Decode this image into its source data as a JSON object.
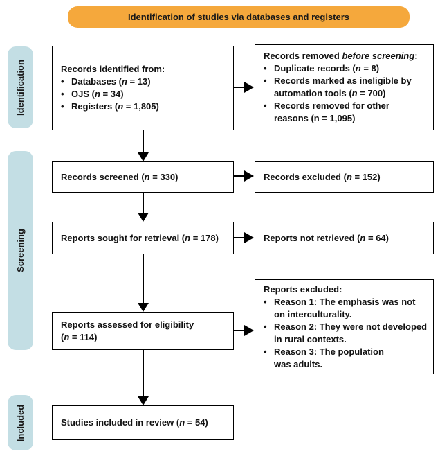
{
  "colors": {
    "banner_bg": "#F5A83C",
    "stage_bg": "#C3DEE4",
    "box_border": "#000000",
    "text": "#111111"
  },
  "banner": {
    "label": "Identification of studies via databases and registers"
  },
  "stages": [
    {
      "id": "identification",
      "label": "Identification"
    },
    {
      "id": "screening",
      "label": "Screening"
    },
    {
      "id": "included",
      "label": "Included"
    }
  ],
  "boxes": {
    "records_identified": {
      "lines": [
        {
          "segments": [
            {
              "t": "Records identified from:"
            }
          ]
        },
        {
          "bullet": true,
          "segments": [
            {
              "t": "Databases ("
            },
            {
              "t": "n",
              "i": true
            },
            {
              "t": " = 13)"
            }
          ]
        },
        {
          "bullet": true,
          "segments": [
            {
              "t": "OJS ("
            },
            {
              "t": "n",
              "i": true
            },
            {
              "t": " = 34)"
            }
          ]
        },
        {
          "bullet": true,
          "segments": [
            {
              "t": "Registers ("
            },
            {
              "t": "n",
              "i": true
            },
            {
              "t": " = 1,805)"
            }
          ]
        }
      ]
    },
    "records_removed": {
      "lines": [
        {
          "segments": [
            {
              "t": "Records removed "
            },
            {
              "t": "before screening",
              "i": true
            },
            {
              "t": ":"
            }
          ]
        },
        {
          "bullet": true,
          "segments": [
            {
              "t": "Duplicate records ("
            },
            {
              "t": "n",
              "i": true
            },
            {
              "t": " = 8)"
            }
          ]
        },
        {
          "bullet": true,
          "segments": [
            {
              "t": "Records marked as ineligible by"
            },
            {
              "br": true
            },
            {
              "t": "automation tools ("
            },
            {
              "t": "n",
              "i": true
            },
            {
              "t": " = 700)"
            }
          ]
        },
        {
          "bullet": true,
          "segments": [
            {
              "t": "Records removed for other"
            },
            {
              "br": true
            },
            {
              "t": "reasons (n = 1,095)"
            }
          ]
        }
      ]
    },
    "records_screened": {
      "lines": [
        {
          "segments": [
            {
              "t": "Records screened ("
            },
            {
              "t": "n",
              "i": true
            },
            {
              "t": " = 330)"
            }
          ]
        }
      ]
    },
    "records_excluded": {
      "lines": [
        {
          "segments": [
            {
              "t": "Records excluded ("
            },
            {
              "t": "n",
              "i": true
            },
            {
              "t": " = 152)"
            }
          ]
        }
      ]
    },
    "reports_sought": {
      "lines": [
        {
          "segments": [
            {
              "t": "Reports sought for retrieval ("
            },
            {
              "t": "n",
              "i": true
            },
            {
              "t": " = 178)"
            }
          ]
        }
      ]
    },
    "reports_not_retrieved": {
      "lines": [
        {
          "segments": [
            {
              "t": "Reports not retrieved ("
            },
            {
              "t": "n",
              "i": true
            },
            {
              "t": " = 64)"
            }
          ]
        }
      ]
    },
    "reports_assessed": {
      "lines": [
        {
          "segments": [
            {
              "t": "Reports assessed for eligibility"
            }
          ]
        },
        {
          "segments": [
            {
              "t": "("
            },
            {
              "t": "n",
              "i": true
            },
            {
              "t": " = 114)"
            }
          ]
        }
      ]
    },
    "reports_excluded": {
      "lines": [
        {
          "segments": [
            {
              "t": "Reports excluded:"
            }
          ]
        },
        {
          "bullet": true,
          "segments": [
            {
              "t": "Reason 1: The emphasis was not"
            },
            {
              "br": true
            },
            {
              "t": "on interculturality."
            }
          ]
        },
        {
          "bullet": true,
          "segments": [
            {
              "t": "Reason 2: They were not developed"
            },
            {
              "br": true
            },
            {
              "t": "in rural contexts."
            }
          ]
        },
        {
          "bullet": true,
          "segments": [
            {
              "t": "Reason 3: The population"
            },
            {
              "br": true
            },
            {
              "t": "was adults."
            }
          ]
        }
      ]
    },
    "studies_included": {
      "lines": [
        {
          "segments": [
            {
              "t": "Studies included in review ("
            },
            {
              "t": "n",
              "i": true
            },
            {
              "t": " = 54)"
            }
          ]
        }
      ]
    }
  }
}
